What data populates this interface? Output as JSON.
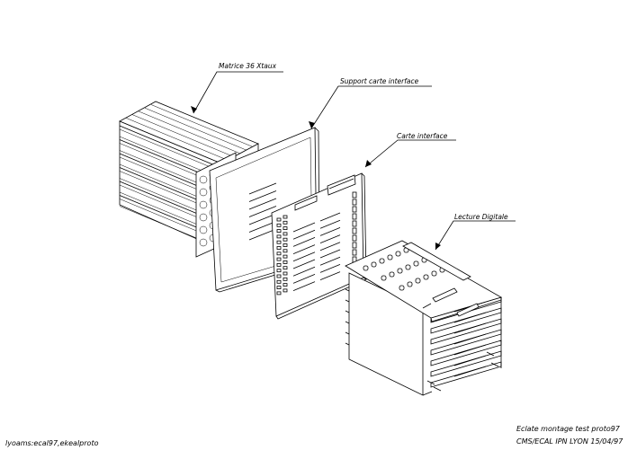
{
  "labels": {
    "matrix": "Matrice 36 Xtaux",
    "support": "Support carte interface",
    "interface": "Carte interface",
    "reading": "Lecture Digitale"
  },
  "footer": {
    "file_path": "lyoams:ecal97,ekealproto",
    "title_line1": "Eclate montage test proto97",
    "title_line2": "CMS/ECAL IPN LYON 15/04/97"
  }
}
